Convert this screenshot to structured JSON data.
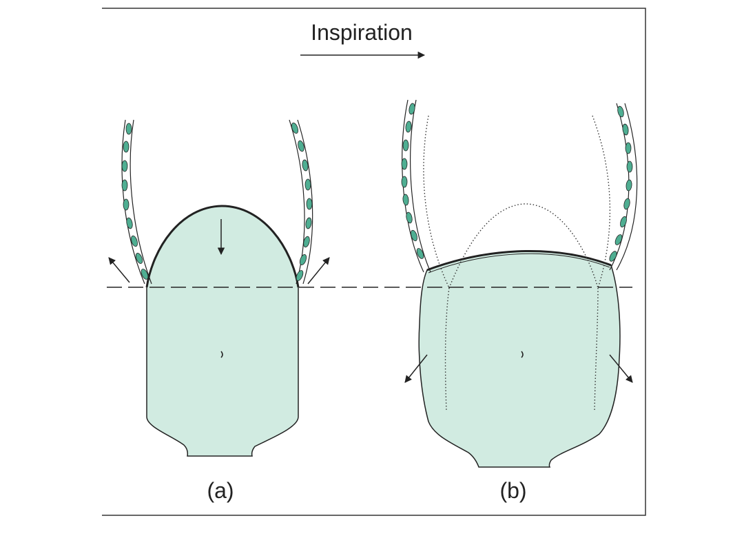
{
  "header": {
    "title": "Inspiration"
  },
  "panels": [
    {
      "label": "(a)"
    },
    {
      "label": "(b)"
    }
  ],
  "colors": {
    "fill": "#d1ebe1",
    "cell": "#4fae92",
    "stroke": "#222222",
    "frame": "#333333"
  }
}
